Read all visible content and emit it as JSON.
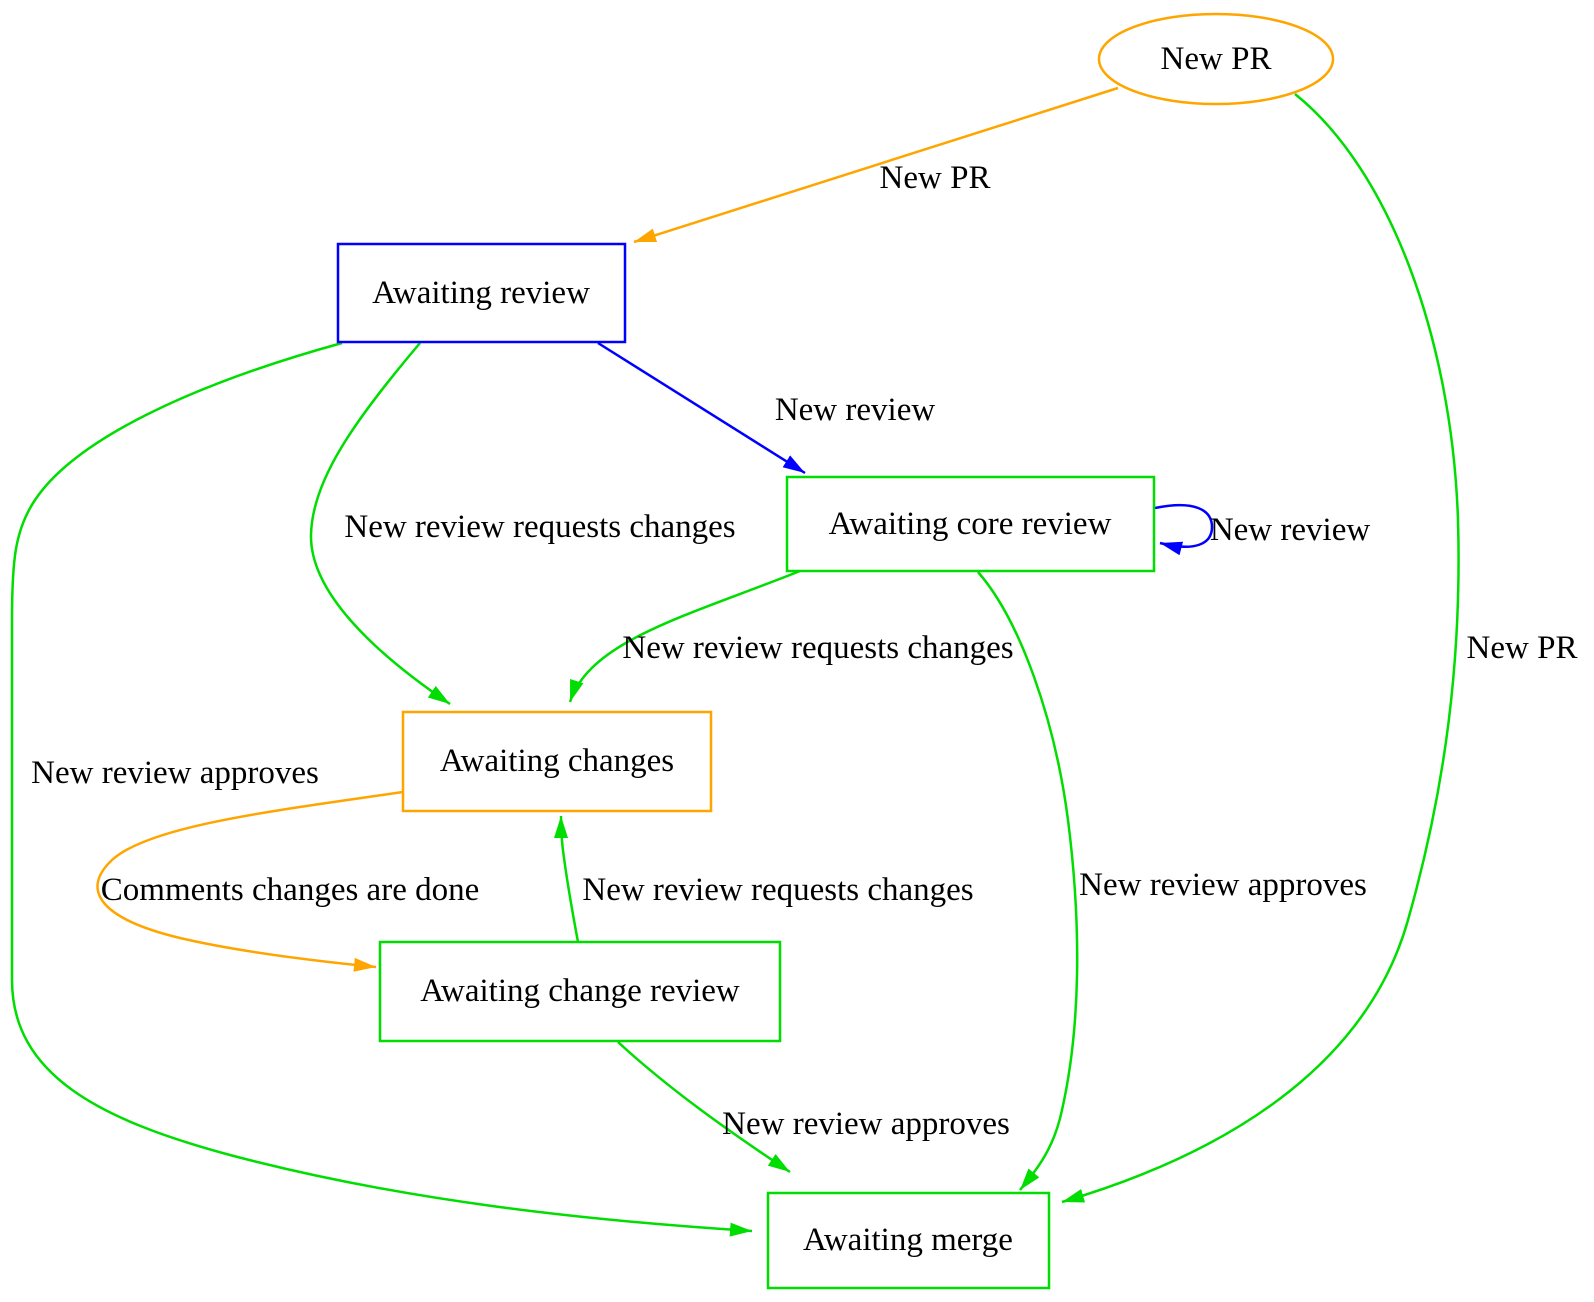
{
  "colors": {
    "orange": "#ffa500",
    "green": "#00dd00",
    "blue": "#0000ff",
    "text": "#000000",
    "background": "#ffffff"
  },
  "nodes": [
    {
      "id": "new-pr",
      "label": "New PR",
      "shape": "ellipse",
      "color": "orange"
    },
    {
      "id": "awaiting-review",
      "label": "Awaiting review",
      "shape": "rect",
      "color": "blue"
    },
    {
      "id": "awaiting-core-review",
      "label": "Awaiting core review",
      "shape": "rect",
      "color": "green"
    },
    {
      "id": "awaiting-changes",
      "label": "Awaiting changes",
      "shape": "rect",
      "color": "orange"
    },
    {
      "id": "awaiting-change-review",
      "label": "Awaiting change review",
      "shape": "rect",
      "color": "green"
    },
    {
      "id": "awaiting-merge",
      "label": "Awaiting merge",
      "shape": "rect",
      "color": "green"
    }
  ],
  "edges": [
    {
      "from": "new-pr",
      "to": "awaiting-review",
      "label": "New PR",
      "color": "orange"
    },
    {
      "from": "new-pr",
      "to": "awaiting-merge",
      "label": "New PR",
      "color": "green"
    },
    {
      "from": "awaiting-review",
      "to": "awaiting-core-review",
      "label": "New review",
      "color": "blue"
    },
    {
      "from": "awaiting-review",
      "to": "awaiting-changes",
      "label": "New review requests changes",
      "color": "green"
    },
    {
      "from": "awaiting-review",
      "to": "awaiting-merge",
      "label": "New review approves",
      "color": "green"
    },
    {
      "from": "awaiting-core-review",
      "to": "awaiting-core-review",
      "label": "New review",
      "color": "blue"
    },
    {
      "from": "awaiting-core-review",
      "to": "awaiting-changes",
      "label": "New review requests changes",
      "color": "green"
    },
    {
      "from": "awaiting-core-review",
      "to": "awaiting-merge",
      "label": "New review approves",
      "color": "green"
    },
    {
      "from": "awaiting-changes",
      "to": "awaiting-change-review",
      "label": "Comments changes are done",
      "color": "orange"
    },
    {
      "from": "awaiting-change-review",
      "to": "awaiting-changes",
      "label": "New review requests changes",
      "color": "green"
    },
    {
      "from": "awaiting-change-review",
      "to": "awaiting-merge",
      "label": "New review approves",
      "color": "green"
    }
  ]
}
